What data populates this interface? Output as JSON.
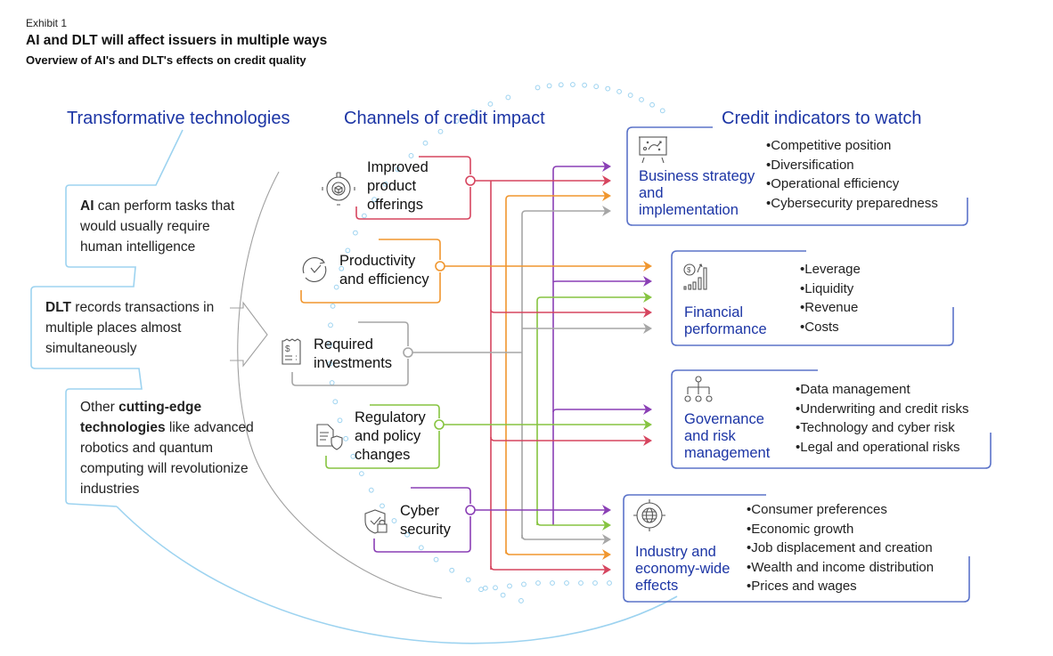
{
  "header": {
    "exhibit": "Exhibit 1",
    "title": "AI and DLT will affect issuers in multiple ways",
    "subtitle": "Overview of AI's and DLT's effects on credit quality"
  },
  "columns": {
    "technologies": "Transformative technologies",
    "channels": "Channels of credit impact",
    "indicators": "Credit indicators to watch"
  },
  "technologies": [
    {
      "bold": "AI",
      "text": " can perform tasks that would usually require human intelligence"
    },
    {
      "bold": "DLT",
      "text": " records transactions in multiple places almost simultaneously"
    },
    {
      "prefix": "Other ",
      "bold": "cutting-edge technologies",
      "text": " like advanced robotics and quantum computing will revolutionize industries"
    }
  ],
  "channels": [
    {
      "label": "Improved product offerings",
      "icon": "gear-cube-icon",
      "color": "#d6455f"
    },
    {
      "label": "Productivity and efficiency",
      "icon": "clock-cycle-icon",
      "color": "#f0962e"
    },
    {
      "label": "Required investments",
      "icon": "receipt-icon",
      "color": "#a6a6a6"
    },
    {
      "label": "Regulatory and policy changes",
      "icon": "document-shield-icon",
      "color": "#86c440"
    },
    {
      "label": "Cyber security",
      "icon": "shield-lock-icon",
      "color": "#8a3fb5"
    }
  ],
  "indicators": [
    {
      "title": "Business strategy and implementation",
      "icon": "strategy-board-icon",
      "items": [
        "Competitive position",
        "Diversification",
        "Operational efficiency",
        "Cybersecurity preparedness"
      ]
    },
    {
      "title": "Financial performance",
      "icon": "financial-growth-icon",
      "items": [
        "Leverage",
        "Liquidity",
        "Revenue",
        "Costs"
      ]
    },
    {
      "title": "Governance and risk management",
      "icon": "org-chart-icon",
      "items": [
        "Data management",
        "Underwriting and credit risks",
        "Technology and cyber risk",
        "Legal and operational risks"
      ]
    },
    {
      "title": "Industry and economy-wide effects",
      "icon": "globe-target-icon",
      "items": [
        "Consumer preferences",
        "Economic growth",
        "Job displacement and creation",
        "Wealth and income distribution",
        "Prices and wages"
      ]
    }
  ],
  "colors": {
    "heading_blue": "#1c35a5",
    "box_blue": "#5b73c9",
    "light_blue": "#9dd3f0",
    "arc_gray": "#a0a0a0"
  }
}
